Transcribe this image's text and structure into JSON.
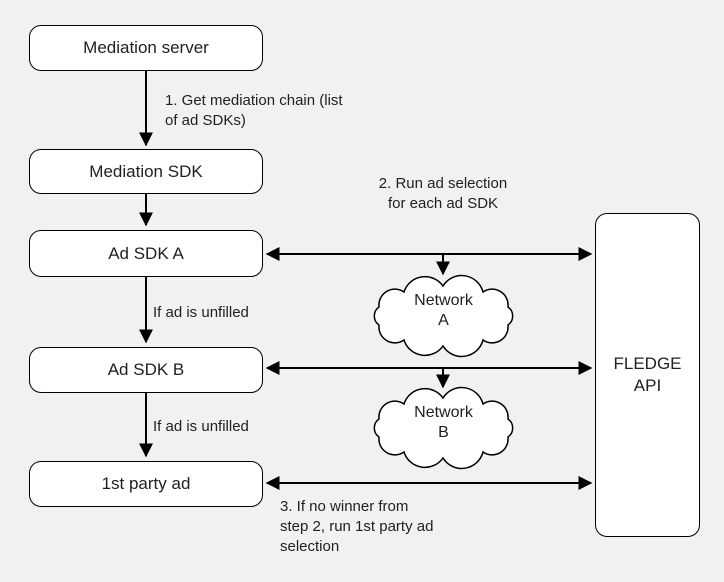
{
  "diagram": {
    "nodes": [
      {
        "id": "mediation-server",
        "label": "Mediation server"
      },
      {
        "id": "mediation-sdk",
        "label": "Mediation SDK"
      },
      {
        "id": "ad-sdk-a",
        "label": "Ad SDK A"
      },
      {
        "id": "ad-sdk-b",
        "label": "Ad SDK B"
      },
      {
        "id": "first-party-ad",
        "label": "1st party ad"
      },
      {
        "id": "fledge-api",
        "label": "FLEDGE\nAPI"
      }
    ],
    "clouds": [
      {
        "name": "Network",
        "letter": "A"
      },
      {
        "name": "Network",
        "letter": "B"
      }
    ],
    "annotations": {
      "step1": "1. Get mediation chain (list\nof ad SDKs)",
      "step2": "2. Run ad selection\nfor each ad SDK",
      "unfilled_a": "If ad is unfilled",
      "unfilled_b": "If ad is unfilled",
      "step3": "3. If no winner from\nstep 2, run 1st party ad\nselection"
    },
    "colors": {
      "background": "#f1f1f1",
      "node_fill": "#ffffff",
      "stroke": "#000000",
      "text": "#202124"
    }
  }
}
